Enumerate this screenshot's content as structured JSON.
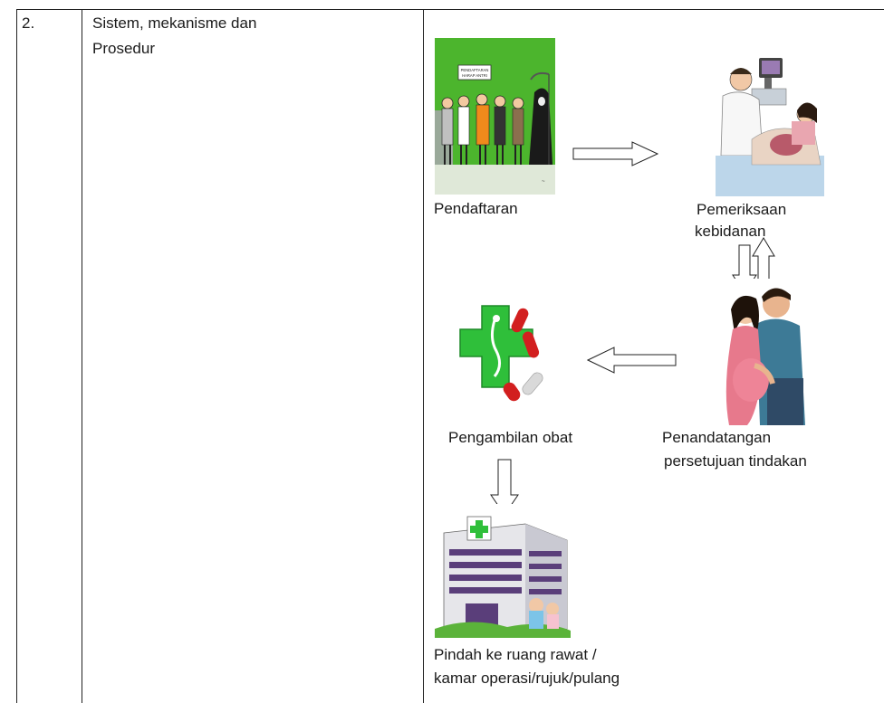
{
  "row": {
    "number": "2.",
    "title_line1": "Sistem, mekanisme dan",
    "title_line2": "Prosedur"
  },
  "flow": {
    "step1": "Pendaftaran",
    "step2_line1": "Pemeriksaan",
    "step2_line2": "kebidanan",
    "step3_line1": "Penandatangan",
    "step3_line2": "persetujuan tindakan",
    "step4": "Pengambilan obat",
    "step5_line1": "Pindah ke ruang rawat /",
    "step5_line2": "kamar operasi/rujuk/pulang"
  },
  "illustration_text": {
    "sign_line1": "PENDAFTARAN",
    "sign_line2": "HARAP ANTRI"
  },
  "colors": {
    "green_bg": "#4cb52d",
    "pharmacy_green": "#2fbf3a",
    "capsule_red": "#d21f1f",
    "hospital_purple": "#5a3e7a"
  }
}
